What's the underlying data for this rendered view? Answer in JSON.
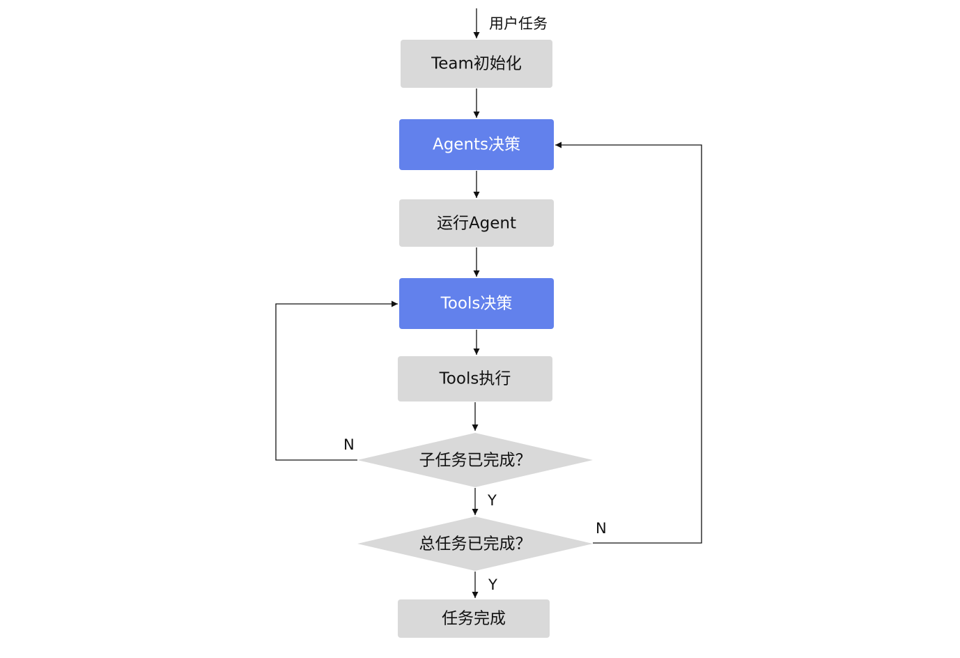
{
  "input_label": "用户任务",
  "nodes": {
    "team_init": "Team初始化",
    "agents_decision": "Agents决策",
    "run_agent": "运行Agent",
    "tools_decision": "Tools决策",
    "tools_exec": "Tools执行",
    "subtask_done": "子任务已完成？",
    "total_done": "总任务已完成？",
    "task_complete": "任务完成"
  },
  "edge_labels": {
    "subtask_yes": "Y",
    "subtask_no": "N",
    "total_yes": "Y",
    "total_no": "N"
  },
  "colors": {
    "process_fill": "#d9d9d9",
    "decision_node_fill": "#6281ec",
    "diamond_fill": "#d9d9d9",
    "line": "#111111"
  }
}
